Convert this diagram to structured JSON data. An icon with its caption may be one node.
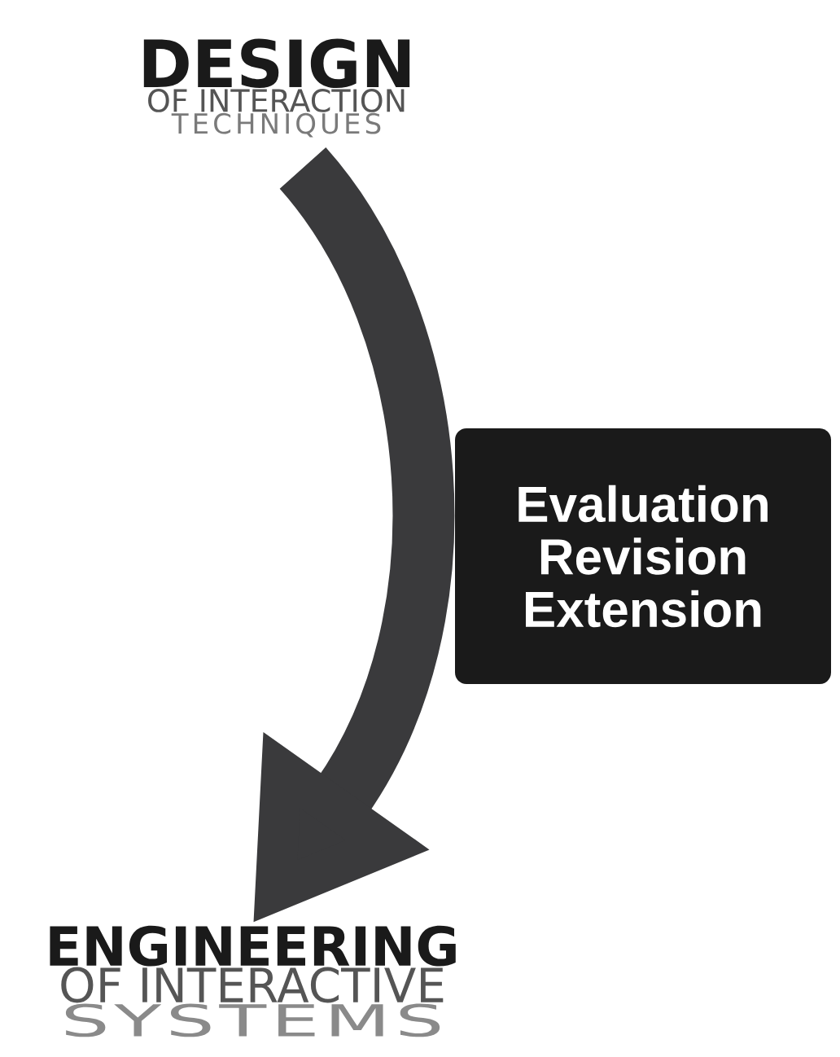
{
  "diagram": {
    "nodes": [
      {
        "text": [
          "DESIGN",
          "OF INTERACTION",
          "TECHNIQUES"
        ]
      },
      {
        "text": [
          "ENGINEERING",
          "OF INTERACTIVE",
          "SYSTEMS"
        ]
      },
      {
        "text": [
          "Evaluation",
          "Revision",
          "Extension"
        ]
      }
    ],
    "edges": [
      {
        "from": 0,
        "to": 1,
        "arrow": "to"
      }
    ]
  }
}
